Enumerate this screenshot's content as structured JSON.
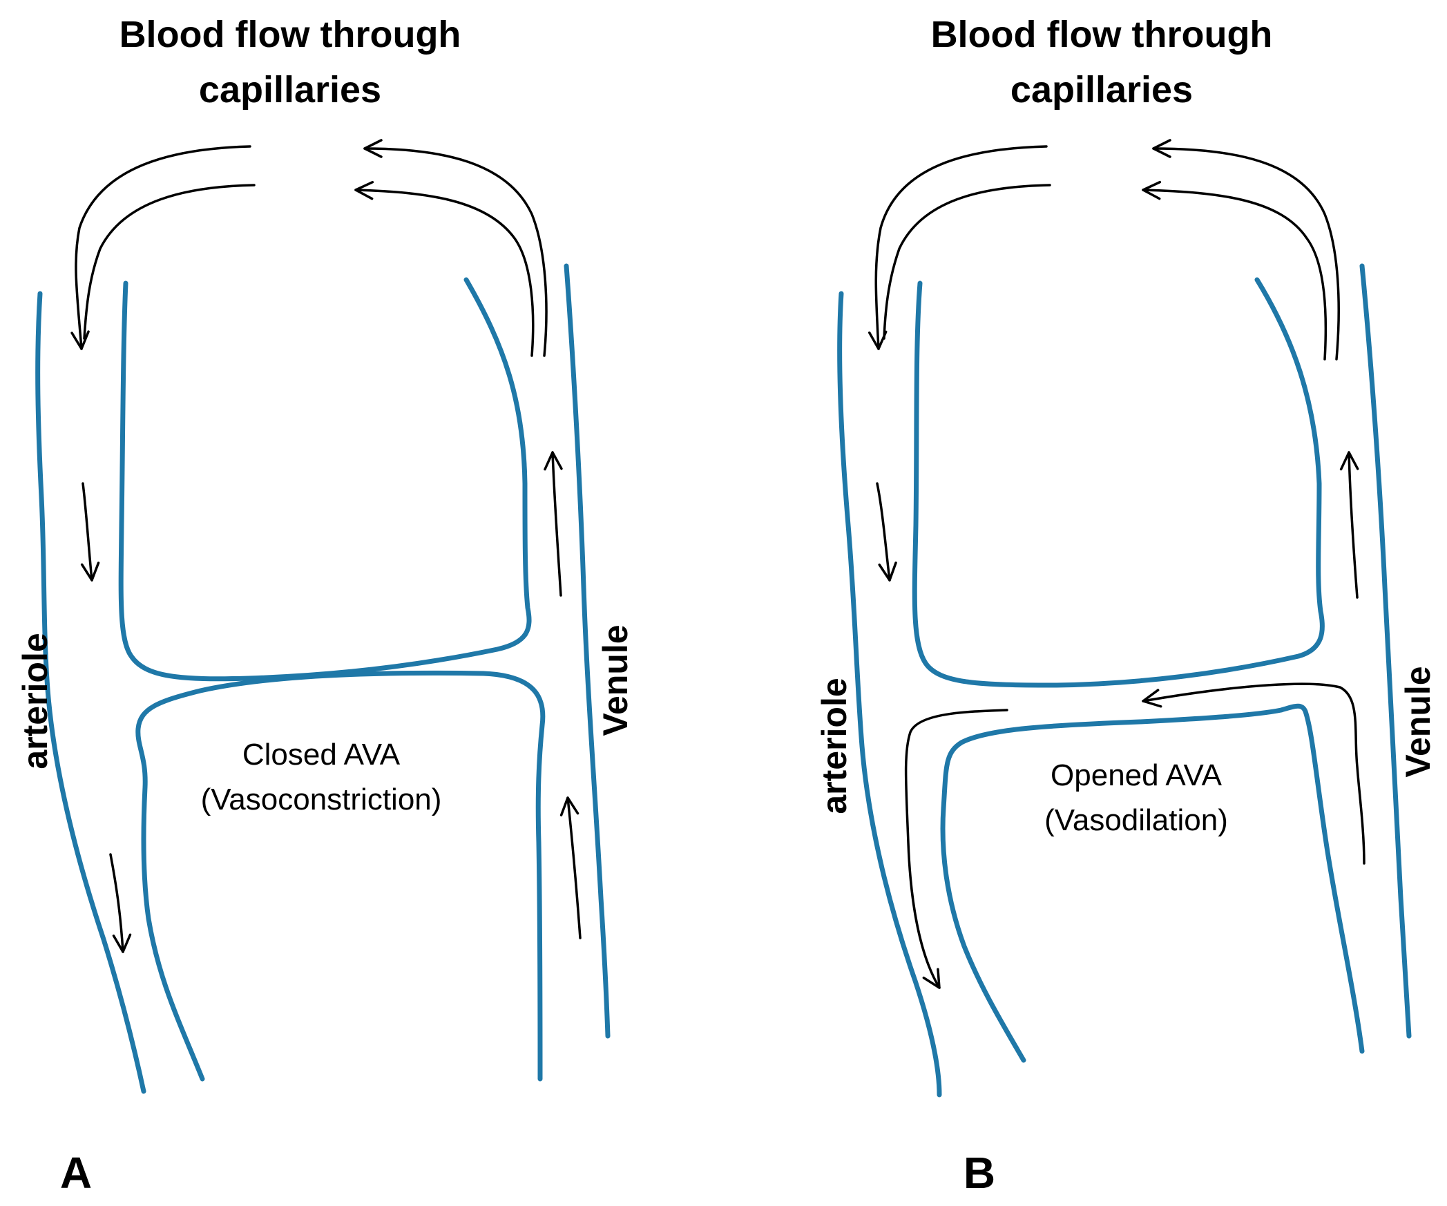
{
  "panels": [
    {
      "letter": "A",
      "title_line1": "Blood flow through",
      "title_line2": "capillaries",
      "arteriole_label": "arteriole",
      "venule_label": "Venule",
      "ava_line1": "Closed AVA",
      "ava_line2": "(Vasoconstriction)"
    },
    {
      "letter": "B",
      "title_line1": "Blood flow through",
      "title_line2": "capillaries",
      "arteriole_label": "arteriole",
      "venule_label": "Venule",
      "ava_line1": "Opened AVA",
      "ava_line2": "(Vasodilation)"
    }
  ],
  "colors": {
    "vessel": "#1f78a8",
    "arrow": "#000000",
    "background": "#ffffff"
  }
}
